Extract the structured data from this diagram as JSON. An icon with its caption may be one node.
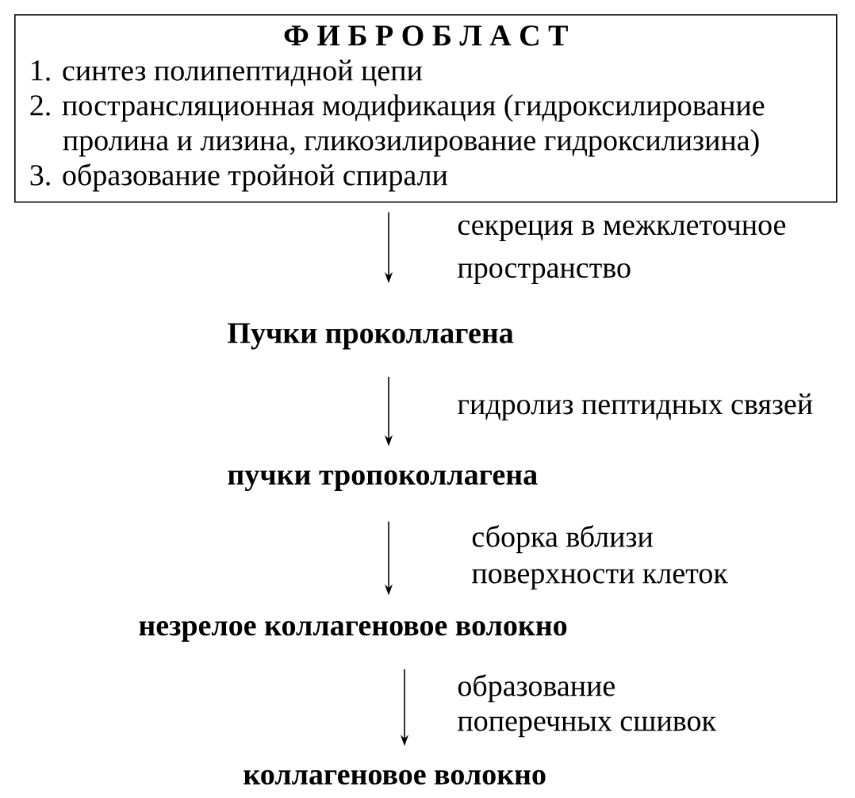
{
  "diagram": {
    "nodes": [
      {
        "text": [
          "Ф И Б Р О Б Л А С Т",
          "1. синтез полипептидной цепи",
          "2. пострансляционная модификация (гидроксилирование пролина и лизина, гликозилирование гидроксилизина)",
          "3. образование тройной спирали"
        ]
      },
      {
        "text": [
          "Пучки проколлагена"
        ]
      },
      {
        "text": [
          "пучки тропоколлагена"
        ]
      },
      {
        "text": [
          "незрелое коллагеновое волокно"
        ]
      },
      {
        "text": [
          "коллагеновое волокно"
        ]
      }
    ],
    "edges": [
      {
        "from": 0,
        "to": 1,
        "arrow": "to",
        "label": "секреция в межклеточное пространство"
      },
      {
        "from": 1,
        "to": 2,
        "arrow": "to",
        "label": "гидролиз пептидных связей"
      },
      {
        "from": 2,
        "to": 3,
        "arrow": "to",
        "label": "сборка вблизи поверхности клеток"
      },
      {
        "from": 3,
        "to": 4,
        "arrow": "to",
        "label": "образование поперечных сшивок"
      }
    ]
  }
}
